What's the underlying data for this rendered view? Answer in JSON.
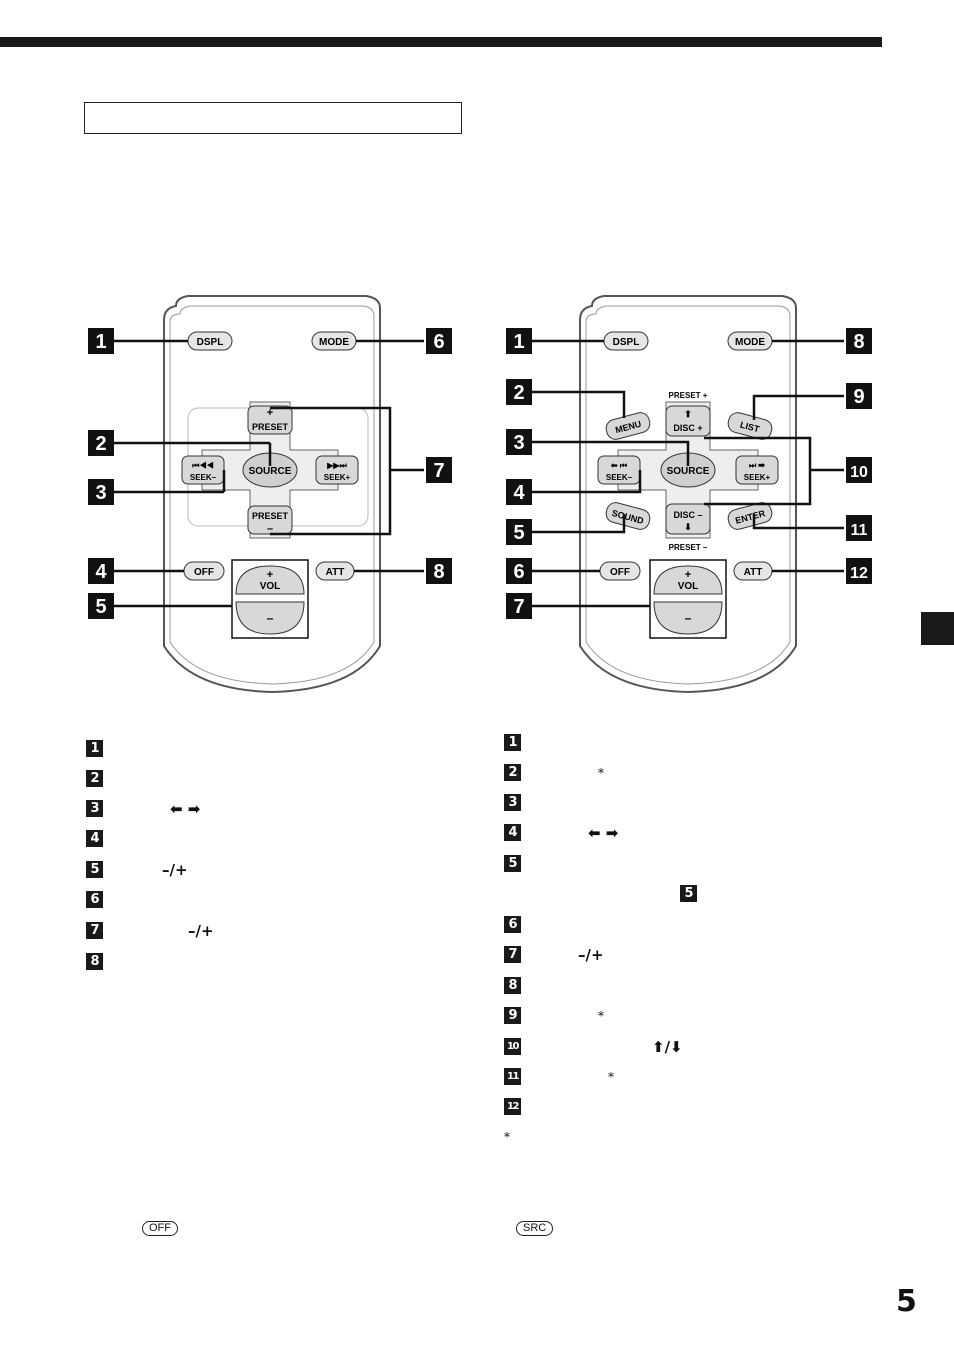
{
  "left_remote": {
    "buttons": {
      "dspl": "DSPL",
      "mode": "MODE",
      "preset_top": "PRESET",
      "preset_top_sign": "+",
      "source": "SOURCE",
      "seek_minus": "SEEK–",
      "seek_plus": "SEEK+",
      "preset_bottom": "PRESET",
      "preset_bottom_sign": "–",
      "off": "OFF",
      "att": "ATT",
      "vol": "VOL",
      "vol_plus": "+",
      "vol_minus": "–"
    },
    "callouts": [
      "1",
      "2",
      "3",
      "4",
      "5",
      "6",
      "7",
      "8"
    ]
  },
  "right_remote": {
    "buttons": {
      "dspl": "DSPL",
      "mode": "MODE",
      "preset_plus_label": "PRESET +",
      "preset_minus_label": "PRESET –",
      "menu": "MENU",
      "list": "LIST",
      "disc_plus": "DISC +",
      "disc_minus": "DISC –",
      "source": "SOURCE",
      "seek_minus": "SEEK–",
      "seek_plus": "SEEK+",
      "sound": "SOUND",
      "enter": "ENTER",
      "off": "OFF",
      "att": "ATT",
      "vol": "VOL",
      "vol_plus": "+",
      "vol_minus": "–"
    },
    "callouts": [
      "1",
      "2",
      "3",
      "4",
      "5",
      "6",
      "7",
      "8",
      "9",
      "10",
      "11",
      "12"
    ]
  },
  "left_list": [
    {
      "num": "1",
      "glyph": ""
    },
    {
      "num": "2",
      "glyph": ""
    },
    {
      "num": "3",
      "glyph": "⬅ ➡"
    },
    {
      "num": "4",
      "glyph": ""
    },
    {
      "num": "5",
      "glyph": "–/+"
    },
    {
      "num": "6",
      "glyph": ""
    },
    {
      "num": "7",
      "glyph": "–/+"
    },
    {
      "num": "8",
      "glyph": ""
    }
  ],
  "right_list": [
    {
      "num": "1",
      "glyph": ""
    },
    {
      "num": "2",
      "glyph": "*"
    },
    {
      "num": "3",
      "glyph": ""
    },
    {
      "num": "4",
      "glyph": "⬅ ➡"
    },
    {
      "num": "5",
      "glyph": "",
      "ref": "5"
    },
    {
      "num": "6",
      "glyph": ""
    },
    {
      "num": "7",
      "glyph": "–/+"
    },
    {
      "num": "8",
      "glyph": ""
    },
    {
      "num": "9",
      "glyph": "*"
    },
    {
      "num": "10",
      "glyph": "⬆/⬇"
    },
    {
      "num": "11",
      "glyph": "*"
    },
    {
      "num": "12",
      "glyph": ""
    }
  ],
  "footnote_marker": "*",
  "left_footer_key": "OFF",
  "right_footer_key": "SRC",
  "page_number": "5"
}
